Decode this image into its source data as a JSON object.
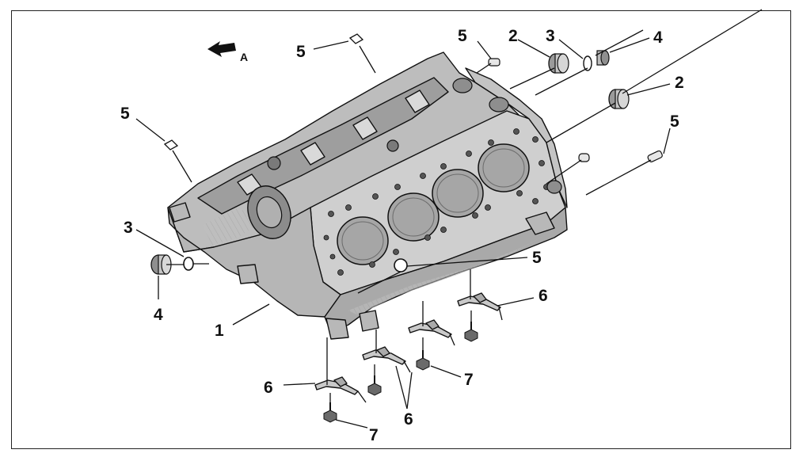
{
  "diagram": {
    "view_arrow_label": "A",
    "labels": {
      "block": "1",
      "seal": "2",
      "ring": "3",
      "plug": "4",
      "dowel": "5",
      "nozzle": "6",
      "bolt": "7"
    }
  }
}
